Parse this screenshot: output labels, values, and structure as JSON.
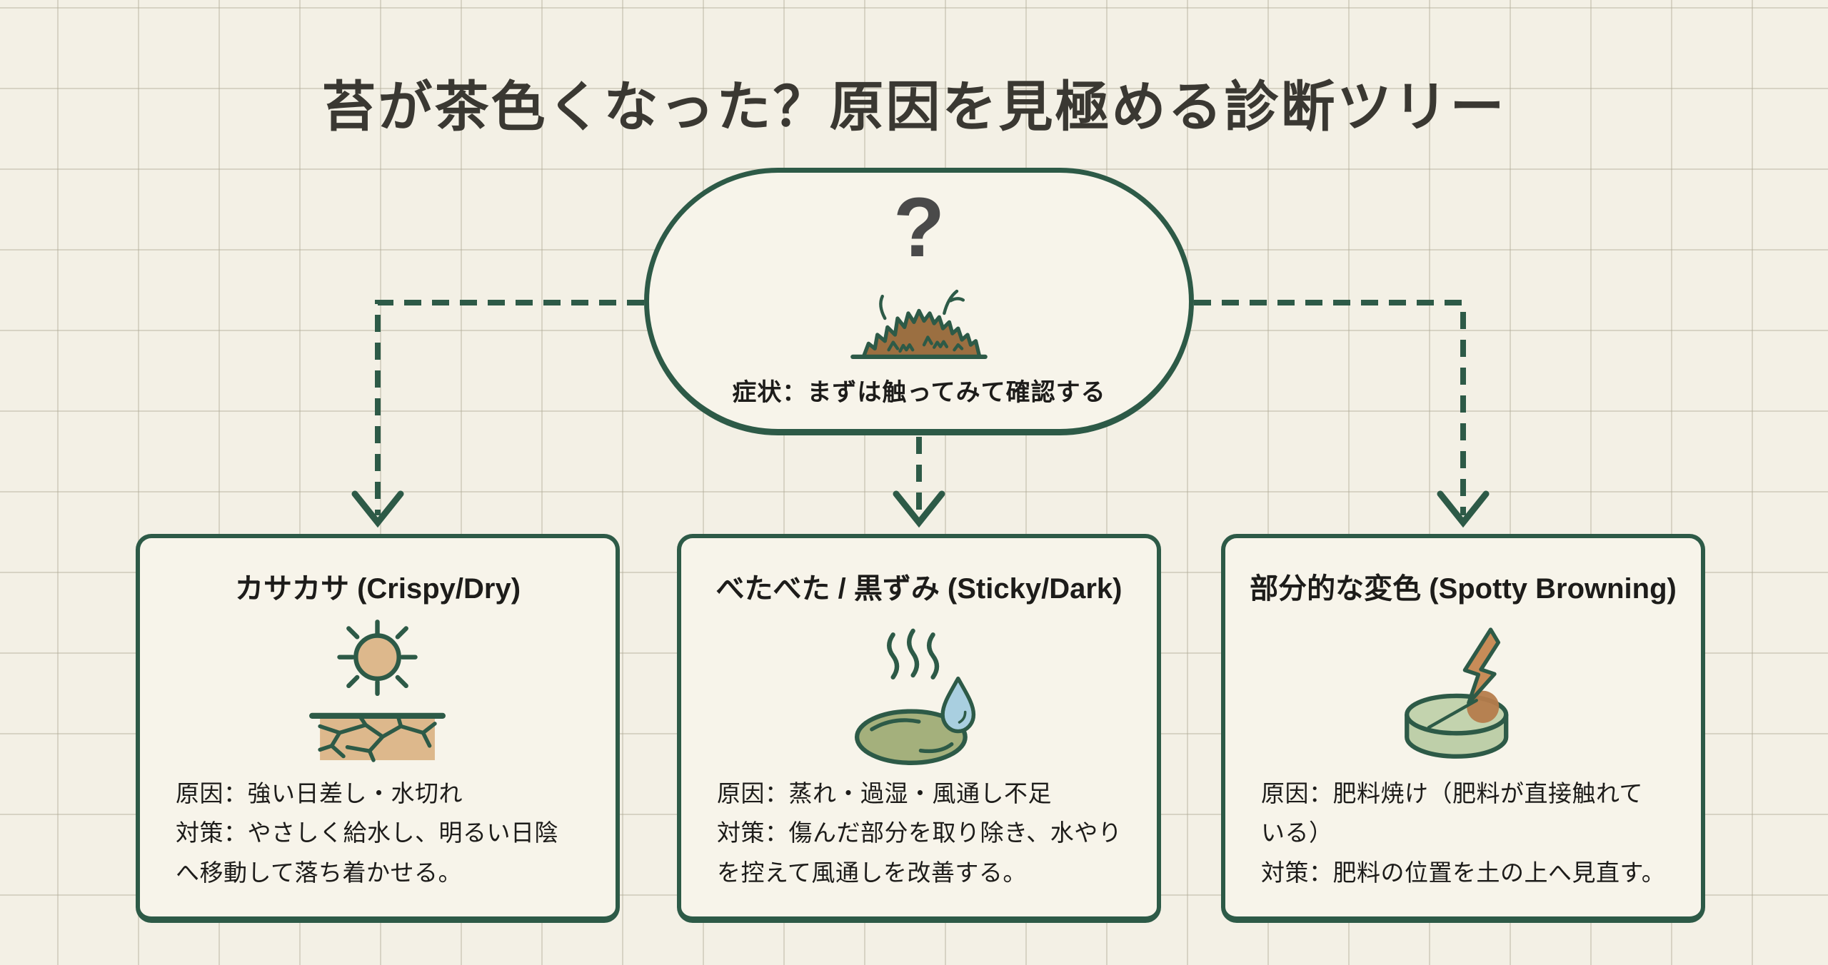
{
  "title": "苔が茶色くなった？原因を見極める診断ツリー",
  "root": {
    "question_mark": "?",
    "icon": "moss-mound-icon",
    "caption": "症状：まずは触ってみて確認する"
  },
  "branches": [
    {
      "id": "crispy-dry",
      "label": "カサカサ (Crispy/Dry)",
      "icon": "sun-cracked-soil-icon",
      "cause": "原因：強い日差し・水切れ",
      "remedy": "対策：やさしく給水し、明るい日陰へ移動して落ち着かせる。"
    },
    {
      "id": "sticky-dark",
      "label": "べたべた / 黒ずみ (Sticky/Dark)",
      "icon": "steam-drop-puddle-icon",
      "cause": "原因：蒸れ・過湿・風通し不足",
      "remedy": "対策：傷んだ部分を取り除き、水やりを控えて風通しを改善する。"
    },
    {
      "id": "spotty-browning",
      "label": "部分的な変色 (Spotty Browning)",
      "icon": "fertilizer-burn-pot-icon",
      "cause": "原因：肥料焼け（肥料が直接触れている）",
      "remedy": "対策：肥料の位置を土の上へ見直す。"
    }
  ],
  "colors": {
    "accent_green": "#2d5a47",
    "background_paper": "#f3f0e5",
    "card_fill": "#f7f4ea",
    "moss_brown": "#9b6f41",
    "soil_tan": "#ddb88c",
    "water_blue": "#a9cfe0",
    "puddle_olive": "#a4b07c",
    "pot_sage": "#becfa9",
    "spot_brown": "#b57c4c",
    "bolt_orange": "#c88c58",
    "text_dark": "#1d1c1a"
  }
}
